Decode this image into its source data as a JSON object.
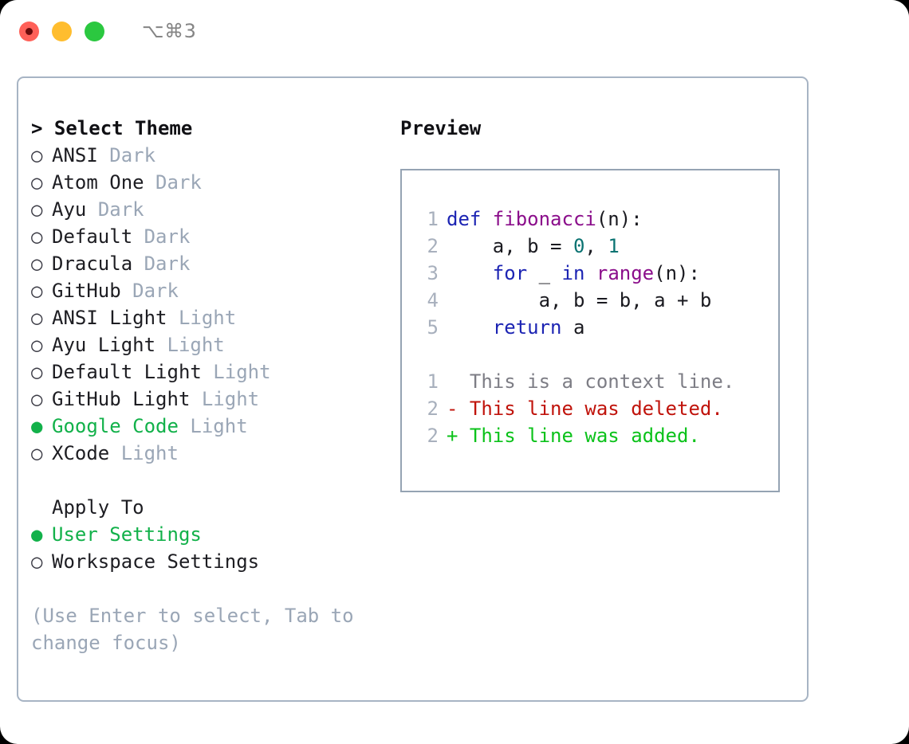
{
  "window": {
    "title": "⌥⌘3",
    "traffic_lights": [
      {
        "name": "close",
        "color": "#ff6058",
        "recording": true
      },
      {
        "name": "minimize",
        "color": "#ffbd2e",
        "recording": false
      },
      {
        "name": "maximize",
        "color": "#2bc840",
        "recording": false
      }
    ]
  },
  "theme_picker": {
    "heading": "> Select Theme",
    "marker_selected": "●",
    "marker_unselected": "○",
    "accent_color": "#12b14a",
    "tag_color": "#9aa6b6",
    "items": [
      {
        "label": "ANSI",
        "tag": "Dark",
        "selected": false
      },
      {
        "label": "Atom One",
        "tag": "Dark",
        "selected": false
      },
      {
        "label": "Ayu",
        "tag": "Dark",
        "selected": false
      },
      {
        "label": "Default",
        "tag": "Dark",
        "selected": false
      },
      {
        "label": "Dracula",
        "tag": "Dark",
        "selected": false
      },
      {
        "label": "GitHub",
        "tag": "Dark",
        "selected": false
      },
      {
        "label": "ANSI Light",
        "tag": "Light",
        "selected": false
      },
      {
        "label": "Ayu Light",
        "tag": "Light",
        "selected": false
      },
      {
        "label": "Default Light",
        "tag": "Light",
        "selected": false
      },
      {
        "label": "GitHub Light",
        "tag": "Light",
        "selected": false
      },
      {
        "label": "Google Code",
        "tag": "Light",
        "selected": true
      },
      {
        "label": "XCode",
        "tag": "Light",
        "selected": false
      }
    ]
  },
  "apply_to": {
    "heading": "Apply To",
    "items": [
      {
        "label": "User Settings",
        "selected": true
      },
      {
        "label": "Workspace Settings",
        "selected": false
      }
    ]
  },
  "hint": "(Use Enter to select, Tab to change focus)",
  "preview": {
    "title": "Preview",
    "code_lines": [
      {
        "num": "1",
        "tokens": [
          {
            "text": "def ",
            "type": "kw"
          },
          {
            "text": "fibonacci",
            "type": "fn"
          },
          {
            "text": "(n):",
            "type": "punc"
          }
        ]
      },
      {
        "num": "2",
        "tokens": [
          {
            "text": "    a, b = ",
            "type": "txt"
          },
          {
            "text": "0",
            "type": "num"
          },
          {
            "text": ", ",
            "type": "txt"
          },
          {
            "text": "1",
            "type": "num"
          }
        ]
      },
      {
        "num": "3",
        "tokens": [
          {
            "text": "    ",
            "type": "txt"
          },
          {
            "text": "for",
            "type": "kw"
          },
          {
            "text": " _ ",
            "type": "txt"
          },
          {
            "text": "in",
            "type": "kw"
          },
          {
            "text": " ",
            "type": "txt"
          },
          {
            "text": "range",
            "type": "fn"
          },
          {
            "text": "(n):",
            "type": "punc"
          }
        ]
      },
      {
        "num": "4",
        "tokens": [
          {
            "text": "        a, b = b, a + b",
            "type": "txt"
          }
        ]
      },
      {
        "num": "5",
        "tokens": [
          {
            "text": "    ",
            "type": "txt"
          },
          {
            "text": "return",
            "type": "kw"
          },
          {
            "text": " a",
            "type": "txt"
          }
        ]
      }
    ],
    "diff_lines": [
      {
        "num": "1",
        "sign": " ",
        "text": " This is a context line.",
        "kind": "ctx"
      },
      {
        "num": "2",
        "sign": "-",
        "text": " This line was deleted.",
        "kind": "del"
      },
      {
        "num": "2",
        "sign": "+",
        "text": " This line was added.",
        "kind": "add"
      }
    ]
  }
}
